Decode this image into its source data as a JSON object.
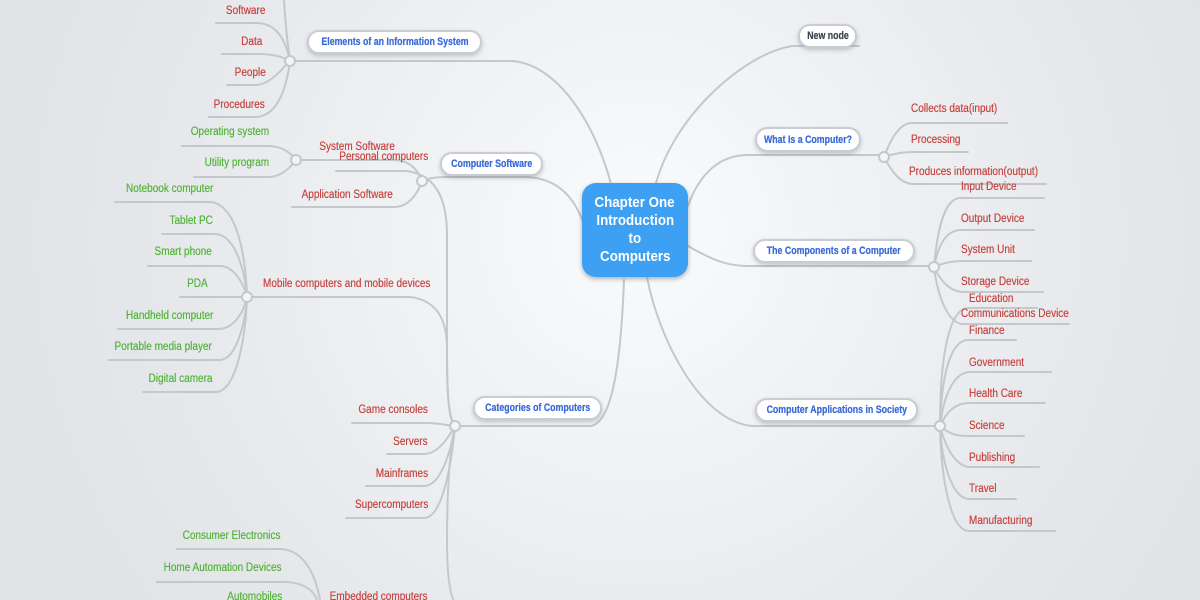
{
  "colors": {
    "topic_text": "#3a6bd8",
    "branch_text": "#c74643",
    "leaf_text": "#55b43c",
    "plain_topic_text": "#3e4651",
    "center_bg": "#3da0f2",
    "center_text": "#ffffff",
    "line": "#c4c8cd",
    "node_bg": "#ffffff",
    "node_border": "#c9cdd3"
  },
  "map": {
    "center": {
      "lines": [
        "Chapter One",
        "Introduction",
        "to",
        "Computers"
      ]
    },
    "topics": [
      {
        "label": "Elements of an Information System",
        "children": [
          {
            "label": "Software"
          },
          {
            "label": "Data"
          },
          {
            "label": "People"
          },
          {
            "label": "Procedures"
          }
        ]
      },
      {
        "label": "Computer Software",
        "children": [
          {
            "label": "System Software",
            "children": [
              {
                "label": "Operating system"
              },
              {
                "label": "Utility program"
              }
            ]
          },
          {
            "label": "Application Software"
          }
        ]
      },
      {
        "label": "Categories of Computers",
        "children": [
          {
            "label": "Personal computers"
          },
          {
            "label": "Mobile computers and mobile devices",
            "children": [
              {
                "label": "Notebook computer"
              },
              {
                "label": "Tablet PC"
              },
              {
                "label": "Smart phone"
              },
              {
                "label": "PDA"
              },
              {
                "label": "Handheld computer"
              },
              {
                "label": "Portable media player"
              },
              {
                "label": "Digital camera"
              }
            ]
          },
          {
            "label": "Game consoles"
          },
          {
            "label": "Servers"
          },
          {
            "label": "Mainframes"
          },
          {
            "label": "Supercomputers"
          },
          {
            "label": "Embedded computers",
            "children": [
              {
                "label": "Consumer Electronics"
              },
              {
                "label": "Home Automation Devices"
              },
              {
                "label": "Automobiles"
              }
            ]
          }
        ]
      },
      {
        "label": "New node"
      },
      {
        "label": "What Is a Computer?",
        "children": [
          {
            "label": "Collects data(input)"
          },
          {
            "label": "Processing"
          },
          {
            "label": "Produces information(output)"
          }
        ]
      },
      {
        "label": "The Components of a Computer",
        "children": [
          {
            "label": "Input Device"
          },
          {
            "label": "Output Device"
          },
          {
            "label": "System Unit"
          },
          {
            "label": "Storage Device"
          },
          {
            "label": "Communications Device"
          }
        ]
      },
      {
        "label": "Computer Applications in Society",
        "children": [
          {
            "label": "Education"
          },
          {
            "label": "Finance"
          },
          {
            "label": "Government"
          },
          {
            "label": "Health Care"
          },
          {
            "label": "Science"
          },
          {
            "label": "Publishing"
          },
          {
            "label": "Travel"
          },
          {
            "label": "Manufacturing"
          }
        ]
      }
    ]
  }
}
